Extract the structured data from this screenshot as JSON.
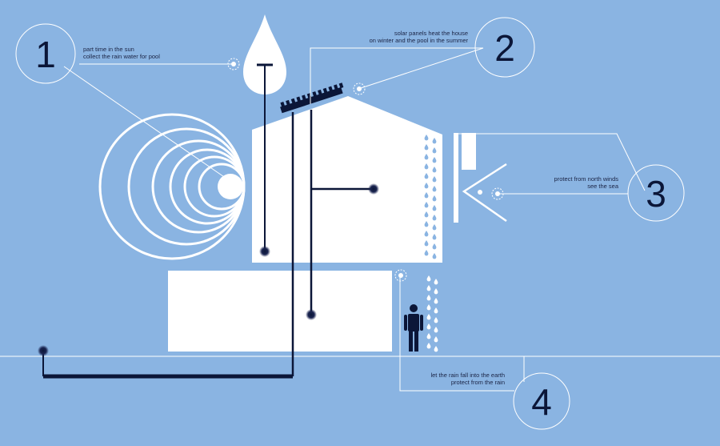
{
  "callouts": [
    {
      "number": "1",
      "lines": [
        "part time in the sun",
        "collect the rain water for pool"
      ]
    },
    {
      "number": "2",
      "lines": [
        "solar panels heat the house",
        "on winter and the pool in the summer"
      ]
    },
    {
      "number": "3",
      "lines": [
        "protect from north winds",
        "see the sea"
      ]
    },
    {
      "number": "4",
      "lines": [
        "let the rain fall into the earth",
        "protect from the rain"
      ]
    }
  ],
  "colors": {
    "background": "#8ab4e2",
    "line": "#ffffff",
    "dark": "#0b1638",
    "drop": "#8ab4e2"
  },
  "icons": [
    "sun-icon",
    "rain-drop-icon",
    "solar-panel-icon",
    "eye-icon",
    "person-icon",
    "target-marker-icon"
  ]
}
